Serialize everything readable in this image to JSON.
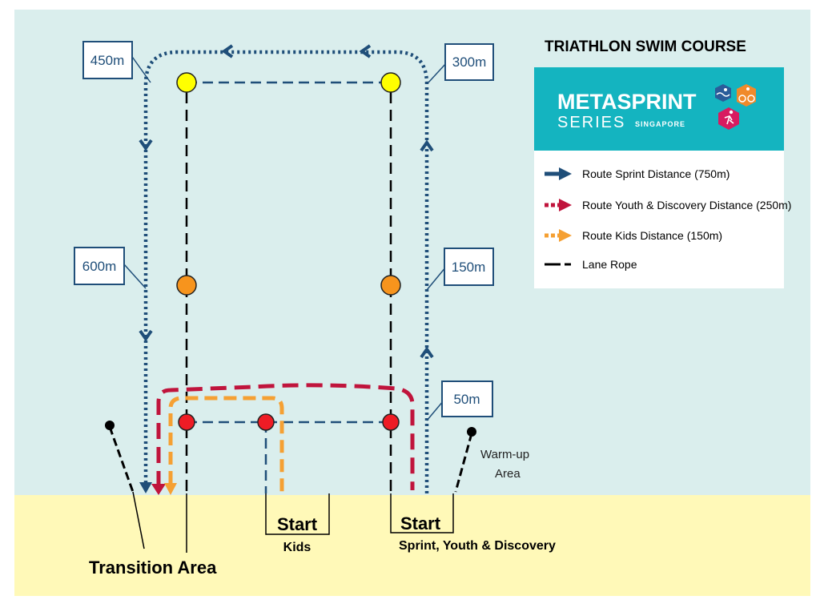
{
  "title": "TRIATHLON SWIM COURSE",
  "logo": {
    "brand": "METASPRINT",
    "series": "SERIES",
    "region": "SINGAPORE",
    "icon_names": [
      "swim-icon",
      "bike-icon",
      "run-icon"
    ]
  },
  "legend": {
    "items": [
      {
        "label": "Route Sprint Distance (750m)",
        "color": "#1f4e79",
        "style": "solid-arrow"
      },
      {
        "label": "Route Youth & Discovery Distance (250m)",
        "color": "#c0143c",
        "style": "dashed-arrow"
      },
      {
        "label": "Route Kids Distance (150m)",
        "color": "#f5a033",
        "style": "dashed-arrow"
      },
      {
        "label": "Lane Rope",
        "color": "#000000",
        "style": "dash"
      }
    ]
  },
  "distance_markers": {
    "m450": "450m",
    "m300": "300m",
    "m600": "600m",
    "m150": "150m",
    "m50": "50m"
  },
  "labels": {
    "warmup": "Warm-up\nArea",
    "transition": "Transition Area",
    "start_kids": "Start",
    "start_kids_sub": "Kids",
    "start_main": "Start",
    "start_main_sub": "Sprint, Youth & Discovery"
  },
  "colors": {
    "water": "#daeeed",
    "beach": "#fff9b8",
    "sprint": "#1f4e79",
    "youth": "#c0143c",
    "kids": "#f5a033",
    "buoy_yellow": "#ffff00",
    "buoy_orange": "#f7941d",
    "buoy_red": "#ee1c25",
    "logo_bg": "#14b4c0"
  }
}
